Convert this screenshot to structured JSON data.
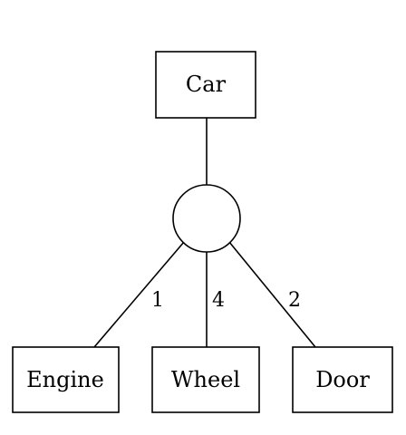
{
  "diagram": {
    "root": {
      "label": "Car"
    },
    "junction": {
      "shape": "circle"
    },
    "children": [
      {
        "label": "Engine",
        "multiplicity": "1"
      },
      {
        "label": "Wheel",
        "multiplicity": "4"
      },
      {
        "label": "Door",
        "multiplicity": "2"
      }
    ]
  },
  "colors": {
    "stroke": "#000000",
    "background": "#ffffff"
  }
}
